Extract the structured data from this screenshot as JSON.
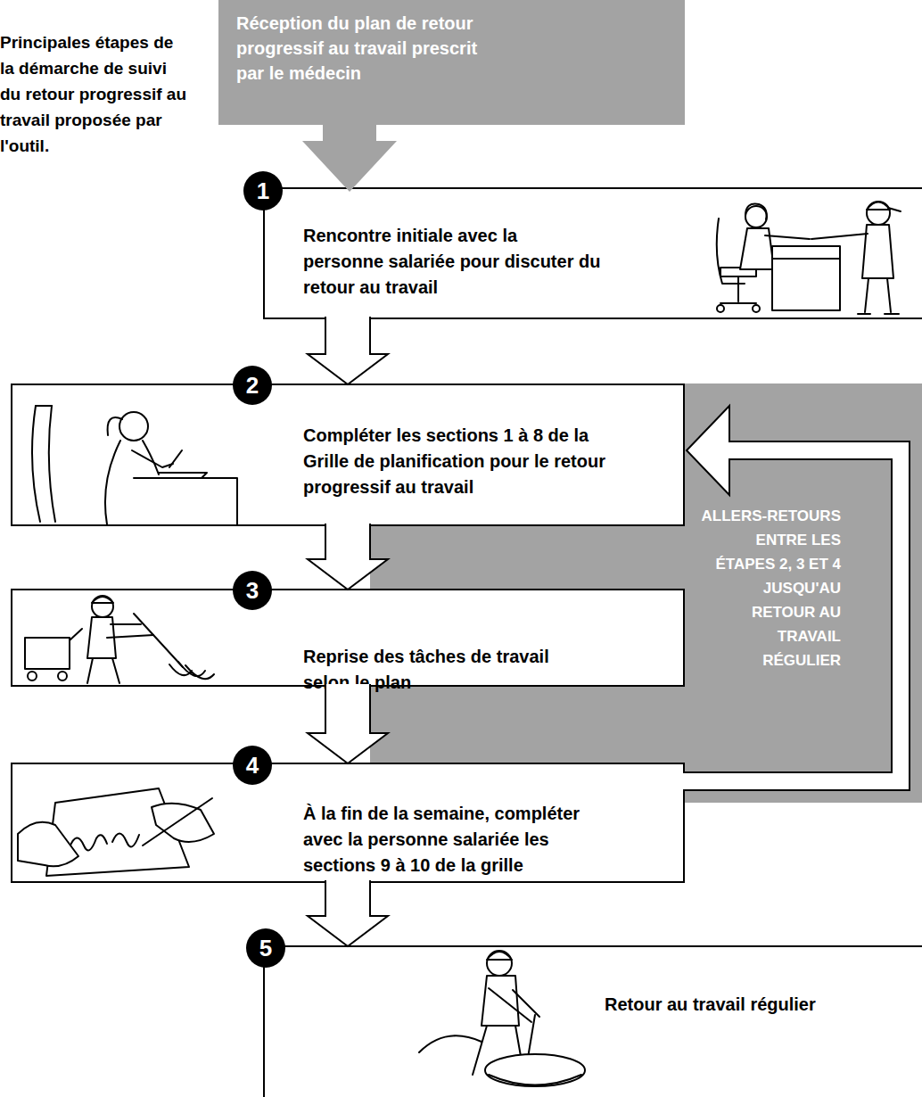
{
  "diagram": {
    "title": "Principales étapes de la démarche de suivi du retour progressif au travail proposée par l'outil.",
    "nodes": [
      {
        "text": [
          "Réception du plan de retour progressif au travail prescrit par le médecin"
        ]
      },
      {
        "text": [
          "Rencontre initiale avec la personne salariée pour discuter du retour au travail"
        ]
      },
      {
        "text": [
          "1"
        ],
        "in": 1
      },
      {
        "text": [
          "Compléter les sections 1 à 8 de la Grille de planification pour le retour progressif au travail"
        ]
      },
      {
        "text": [
          "2"
        ],
        "in": 3
      },
      {
        "text": [
          "Reprise des tâches de travail selon le plan"
        ]
      },
      {
        "text": [
          "3"
        ],
        "in": 5
      },
      {
        "text": [
          "À la fin de la semaine, compléter avec la personne salariée les sections 9 à 10 de la grille"
        ]
      },
      {
        "text": [
          "4"
        ],
        "in": 7
      },
      {
        "text": [
          "Retour au travail régulier"
        ]
      },
      {
        "text": [
          "5"
        ],
        "in": 9
      }
    ],
    "edges": [
      {
        "from": 0,
        "to": 1,
        "arrow": "to"
      },
      {
        "from": 1,
        "to": 3,
        "arrow": "to"
      },
      {
        "from": 3,
        "to": 5,
        "arrow": "to"
      },
      {
        "from": 5,
        "to": 7,
        "arrow": "to"
      },
      {
        "from": 7,
        "to": 3,
        "arrow": "to",
        "label": "ALLERS-RETOURS ENTRE LES ÉTAPES 2, 3 ET 4 JUSQU'AU RETOUR AU TRAVAIL RÉGULIER"
      },
      {
        "from": 7,
        "to": 9,
        "arrow": "to"
      }
    ]
  }
}
